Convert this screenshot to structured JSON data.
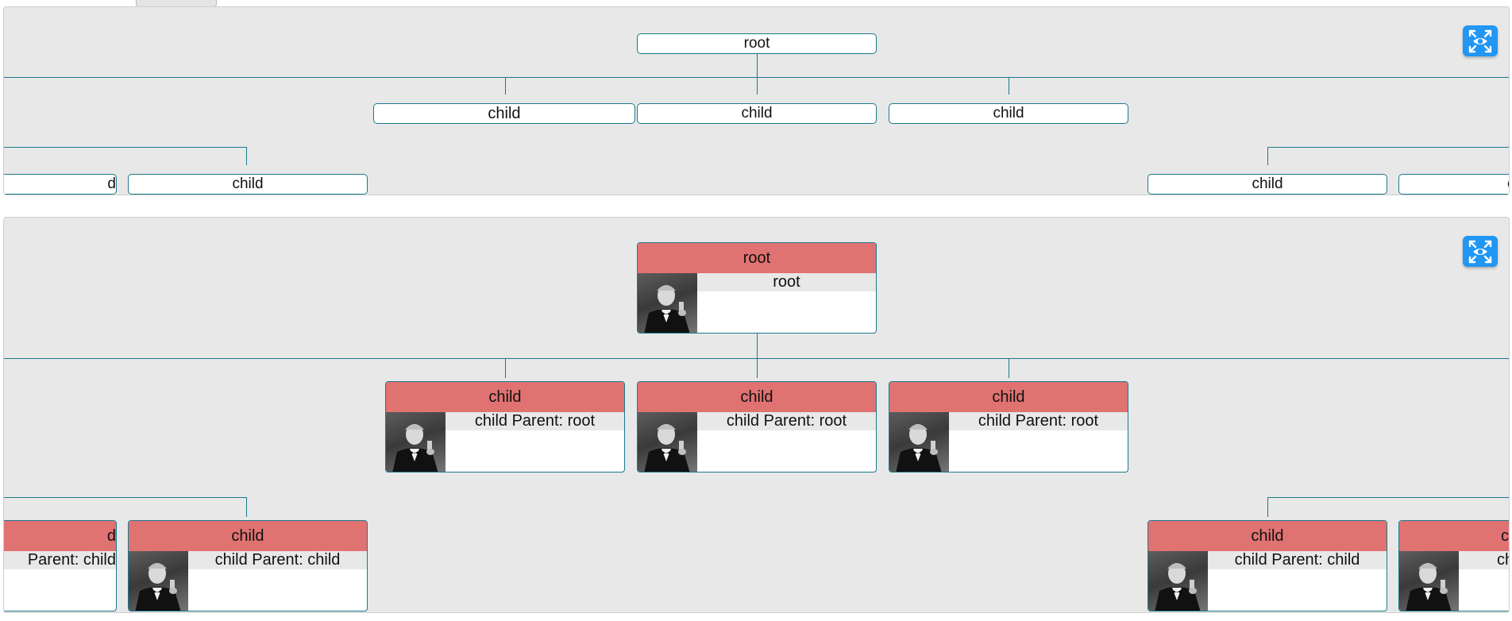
{
  "simple_chart": {
    "root": {
      "label": "root"
    },
    "level1": [
      {
        "label": "child"
      },
      {
        "label": "child"
      },
      {
        "label": "child"
      }
    ],
    "level2": [
      {
        "label": "d"
      },
      {
        "label": "child"
      },
      {
        "label": "child"
      },
      {
        "label": "c"
      }
    ],
    "fit_button": {
      "icon": "fit-view-icon"
    }
  },
  "card_chart": {
    "root": {
      "title": "root",
      "subtitle": "root"
    },
    "level1": [
      {
        "title": "child",
        "subtitle": "child Parent: root"
      },
      {
        "title": "child",
        "subtitle": "child Parent: root"
      },
      {
        "title": "child",
        "subtitle": "child Parent: root"
      }
    ],
    "level2": [
      {
        "title": "d",
        "subtitle": "Parent: child"
      },
      {
        "title": "child",
        "subtitle": "child Parent: child"
      },
      {
        "title": "child",
        "subtitle": "child Parent: child"
      },
      {
        "title": "c",
        "subtitle": "chil"
      }
    ],
    "fit_button": {
      "icon": "fit-view-icon"
    }
  },
  "colors": {
    "link": "#1b7a8c",
    "card_header": "#e07272",
    "panel_background": "#e8e8e8",
    "button": "#2196f3"
  }
}
